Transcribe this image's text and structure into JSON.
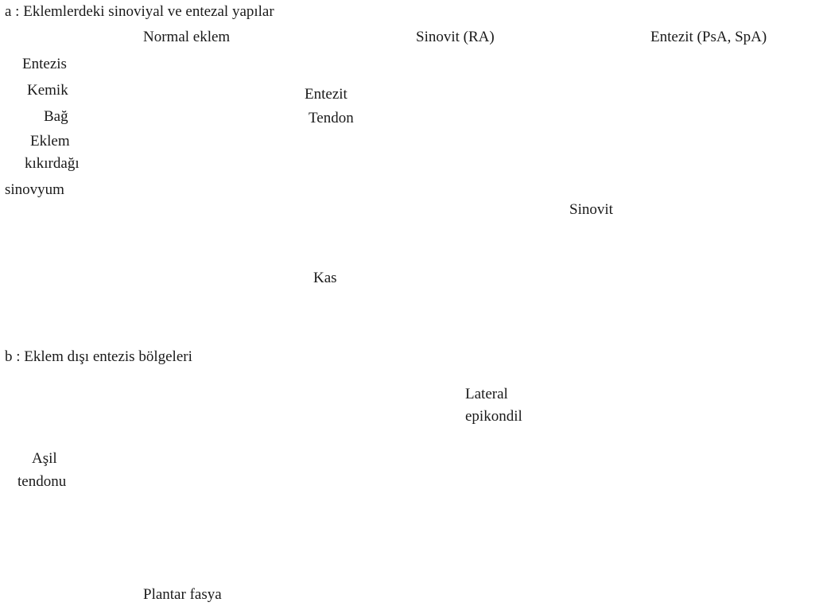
{
  "section_a": {
    "heading": "a : Eklemlerdeki sinoviyal ve entezal yapılar",
    "panels": [
      {
        "title": "Normal eklem"
      },
      {
        "title": "Sinovit (RA)"
      },
      {
        "title": "Entezit (PsA, SpA)"
      }
    ],
    "labels": {
      "entezis": "Entezis",
      "kemik": "Kemik",
      "bag": "Bağ",
      "eklem_kikirdagi_1": "Eklem",
      "eklem_kikirdagi_2": "kıkırdağı",
      "sinovyum": "sinovyum",
      "entezit": "Entezit",
      "tendon": "Tendon",
      "sinovit": "Sinovit",
      "kas": "Kas"
    }
  },
  "section_b": {
    "heading": "b : Eklem dışı entezis bölgeleri",
    "labels": {
      "asil_1": "Aşil",
      "asil_2": "tendonu",
      "plantar": "Plantar fasya",
      "lateral_1": "Lateral",
      "lateral_2": "epikondil"
    }
  },
  "colors": {
    "skin": "#f6dcd6",
    "bone": "#d9cba8",
    "bone_dark": "#c8b98f",
    "capsule": "#9ea290",
    "cartilage": "#7f90c8",
    "synovium": "#f9e1d6",
    "inflammation": "#ee6a4e",
    "muscle": "#d77d73",
    "highlight_circle": "#d9454a"
  }
}
